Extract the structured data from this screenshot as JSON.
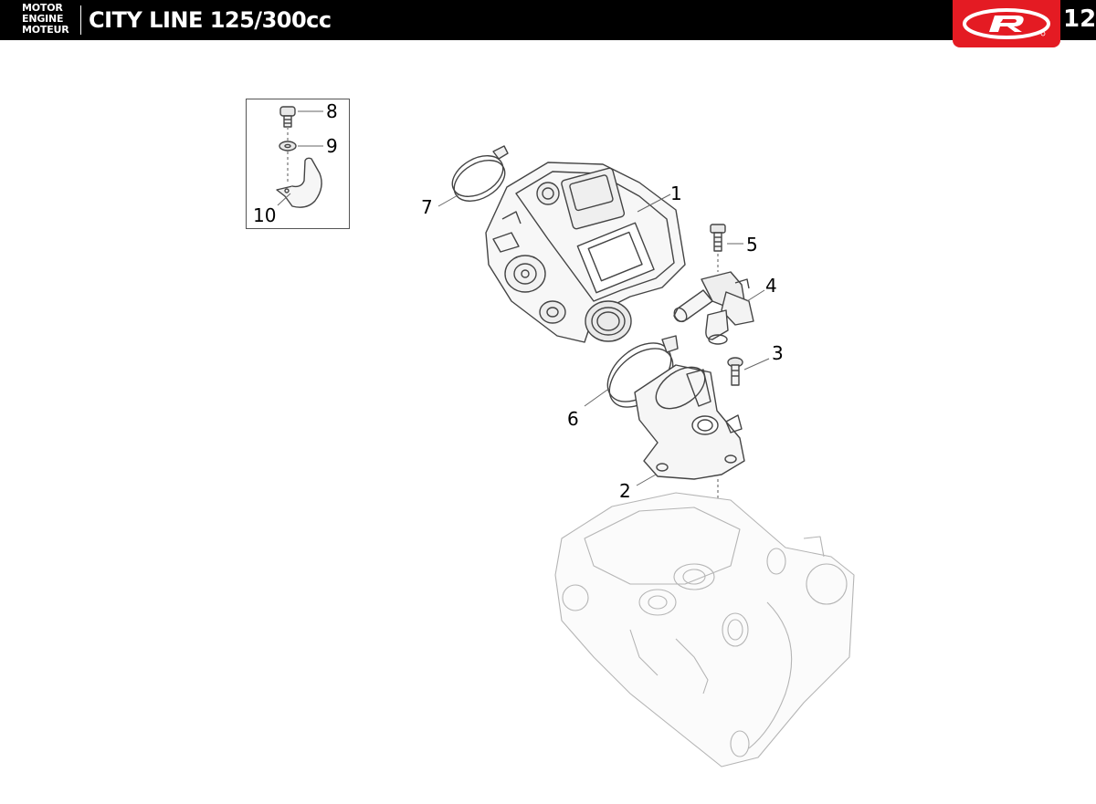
{
  "header": {
    "section_lines": [
      "MOTOR",
      "ENGINE",
      "MOTEUR"
    ],
    "model_title": "CITY LINE 125/300cc",
    "page_number": "12",
    "brand_logo": "rieju-r-logo",
    "colors": {
      "bar": "#000000",
      "brand_red": "#e41b23",
      "text": "#ffffff"
    }
  },
  "diagram": {
    "type": "exploded parts diagram",
    "callouts": [
      "1",
      "2",
      "3",
      "4",
      "5",
      "6",
      "7",
      "8",
      "9",
      "10"
    ]
  }
}
